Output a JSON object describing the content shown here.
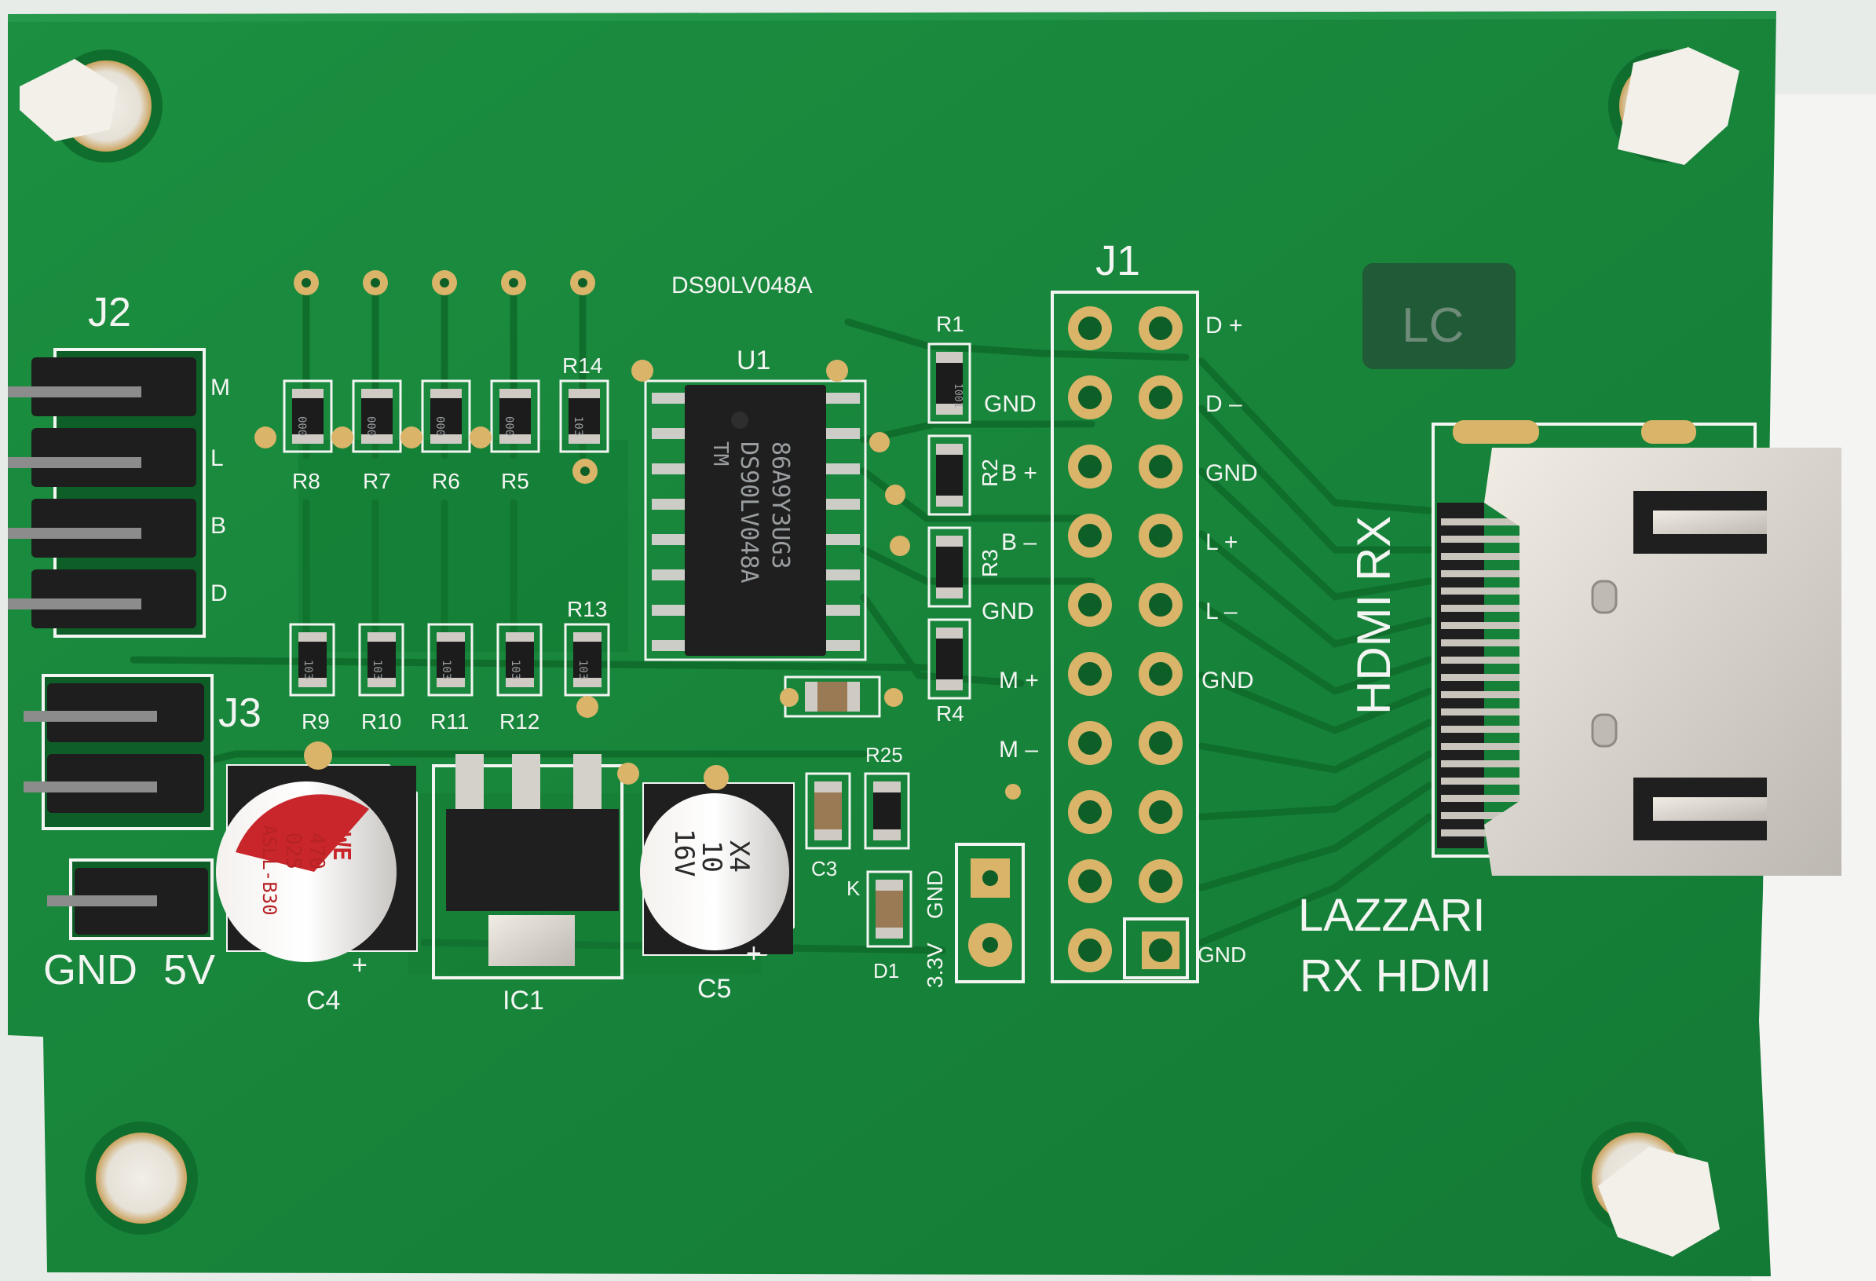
{
  "board": {
    "title_line1": "LAZZARI",
    "title_line2": "RX HDMI",
    "logo": "LC",
    "hdmi_label": "HDMI RX",
    "chip_label": "DS90LV048A",
    "colors": {
      "pcb": "#17853a",
      "pcb_dark": "#0f6a2c",
      "silk": "#f3f5f2",
      "copper": "#d9b469",
      "header": "#1b1b1b"
    }
  },
  "connectors": {
    "j1": "J1",
    "j2": "J2",
    "j3": "J3",
    "j2_pins": [
      "M",
      "L",
      "B",
      "D"
    ],
    "power_gnd": "GND",
    "power_5v": "5V",
    "j1_left": [
      "",
      "GND",
      "B +",
      "B –",
      "GND",
      "M +",
      "M –",
      "",
      "",
      ""
    ],
    "j1_right": [
      "D +",
      "D –",
      "GND",
      "L +",
      "L –",
      "GND",
      "",
      "",
      "",
      "GND"
    ]
  },
  "refs": {
    "u1": "U1",
    "ic1": "IC1",
    "c3": "C3",
    "c4": "C4",
    "c5": "C5",
    "d1": "D1",
    "k": "K",
    "r25": "R25",
    "r1": "R1",
    "r2": "R2",
    "r3": "R3",
    "r4": "R4",
    "r5": "R5",
    "r6": "R6",
    "r7": "R7",
    "r8": "R8",
    "r9": "R9",
    "r10": "R10",
    "r11": "R11",
    "r12": "R12",
    "r13": "R13",
    "r14": "R14",
    "v33": "3.3V",
    "gnd_small": "GND"
  },
  "markings": {
    "u1_line1": "86A9Y3UG3",
    "u1_line2": "DS90LV048A",
    "u1_line3": "TM",
    "c4_brand": "WE",
    "c4_line1": "470",
    "c4_line2": "025",
    "c4_line3": "ASLL-B30",
    "c5_line1": "X4",
    "c5_line2": "10",
    "c5_line3": "16V",
    "res_top": "000",
    "res_103": "103",
    "res_r1": "1001"
  }
}
